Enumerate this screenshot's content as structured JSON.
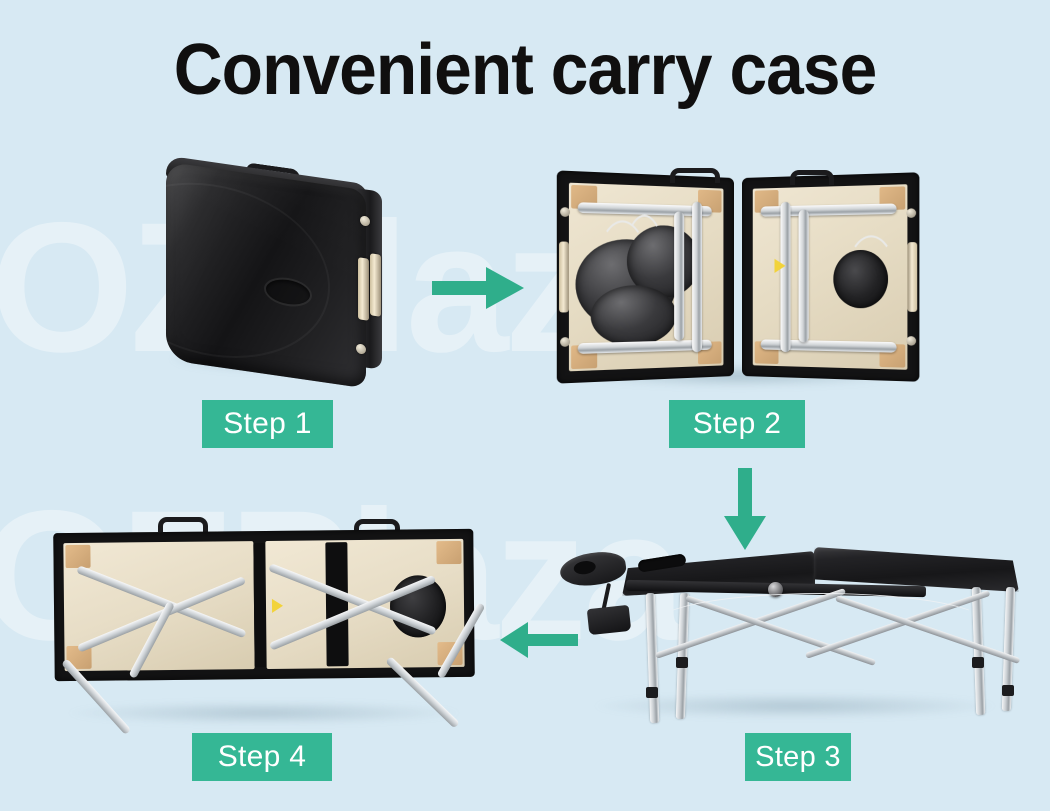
{
  "page": {
    "title": "Convenient carry case",
    "background_color": "#d7e9f3",
    "accent_color": "#35b795",
    "title_color": "#100f0f",
    "watermark_text": "OZPlaza"
  },
  "steps": [
    {
      "id": "step-1",
      "label": "Step 1",
      "figure_name": "closed-carry-case",
      "description": "Closed black hard-shell carry case with top handle and side latches"
    },
    {
      "id": "step-2",
      "label": "Step 2",
      "figure_name": "opened-carry-case",
      "description": "Carry case opened showing folded massage table, aluminium legs and accessories"
    },
    {
      "id": "step-3",
      "label": "Step 3",
      "figure_name": "assembled-massage-table",
      "description": "Fully assembled black massage table on aluminium legs with face cradle and armrest"
    },
    {
      "id": "step-4",
      "label": "Step 4",
      "figure_name": "unfolded-table-underside",
      "description": "Table unfolded upside down showing underside with folded legs and face hole"
    }
  ],
  "arrows": [
    {
      "id": "arrow-right",
      "direction": "right",
      "from": "Step 1",
      "to": "Step 2",
      "color": "#2fae8b"
    },
    {
      "id": "arrow-down",
      "direction": "down",
      "from": "Step 2",
      "to": "Step 3",
      "color": "#2fae8b"
    },
    {
      "id": "arrow-left",
      "direction": "left",
      "from": "Step 3",
      "to": "Step 4",
      "color": "#2fae8b"
    }
  ]
}
